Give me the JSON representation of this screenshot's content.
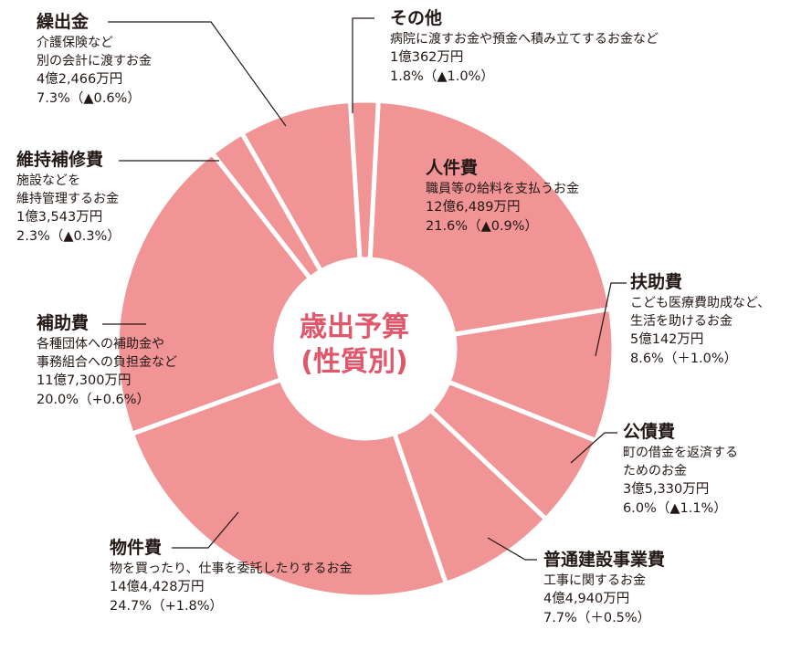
{
  "chart_data": {
    "type": "pie",
    "title": "歳出予算",
    "subtitle": "(性質別)",
    "colors": {
      "slice": "#f09496",
      "separator": "#ffffff",
      "title": "#e0566a",
      "leader": "#231815"
    },
    "slices": [
      {
        "key": "jinkenhi",
        "name": "人件費",
        "desc": [
          "職員等の給料を支払うお金"
        ],
        "amount": "12億6,489万円",
        "share_text": "21.6%（▲0.9%）",
        "value": 21.6
      },
      {
        "key": "fujohi",
        "name": "扶助費",
        "desc": [
          "こども医療費助成など、",
          "生活を助けるお金"
        ],
        "amount": "5億142万円",
        "share_text": "8.6%（＋1.0%）",
        "value": 8.6
      },
      {
        "key": "kosaihi",
        "name": "公債費",
        "desc": [
          "町の借金を返済する",
          "ためのお金"
        ],
        "amount": "3億5,330万円",
        "share_text": "6.0%（▲1.1%）",
        "value": 6.0
      },
      {
        "key": "futsuken",
        "name": "普通建設事業費",
        "desc": [
          "工事に関するお金"
        ],
        "amount": "4億4,940万円",
        "share_text": "7.7%（＋0.5%）",
        "value": 7.7
      },
      {
        "key": "bukkenhi",
        "name": "物件費",
        "desc": [
          "物を買ったり、仕事を委託したりするお金"
        ],
        "amount": "14億4,428万円",
        "share_text": "24.7%（+1.8%）",
        "value": 24.7
      },
      {
        "key": "hojohi",
        "name": "補助費",
        "desc": [
          "各種団体への補助金や",
          "事務組合への負担金など"
        ],
        "amount": "11億7,300万円",
        "share_text": "20.0%（+0.6%）",
        "value": 20.0
      },
      {
        "key": "ijihoshu",
        "name": "維持補修費",
        "desc": [
          "施設などを",
          "維持管理するお金"
        ],
        "amount": "1億3,543万円",
        "share_text": "2.3%（▲0.3%）",
        "value": 2.3
      },
      {
        "key": "kuridashi",
        "name": "繰出金",
        "desc": [
          "介護保険など",
          "別の会計に渡すお金"
        ],
        "amount": "4億2,466万円",
        "share_text": "7.3%（▲0.6%）",
        "value": 7.3
      },
      {
        "key": "sonota",
        "name": "その他",
        "desc": [
          "病院に渡すお金や預金へ積み立てするお金など"
        ],
        "amount": "1億362万円",
        "share_text": "1.8%（▲1.0%）",
        "value": 1.8
      }
    ]
  }
}
